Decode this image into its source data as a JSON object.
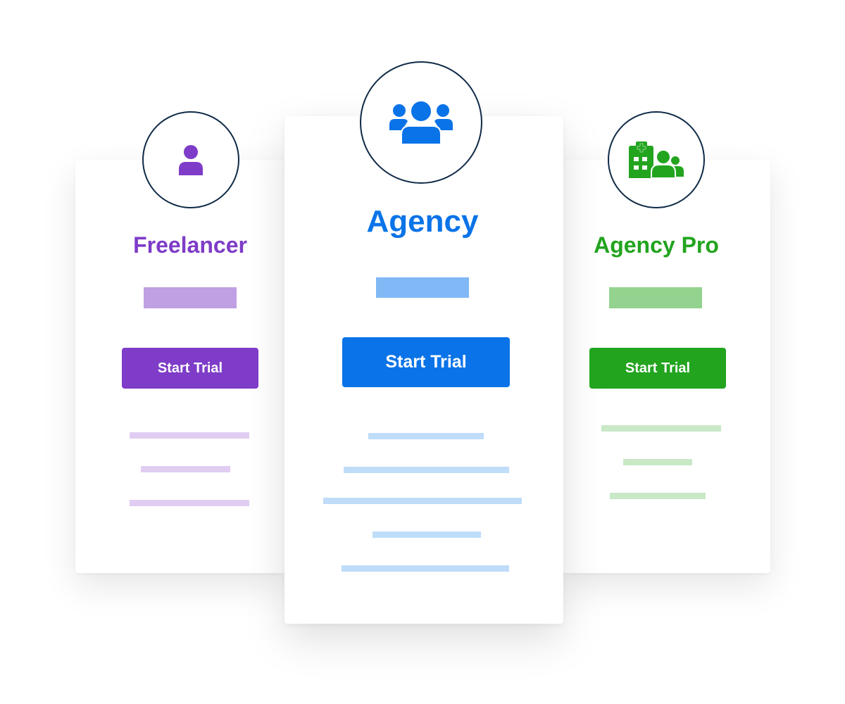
{
  "colors": {
    "freelancer": "#7e3cc8",
    "freelancer_price": "#c09fe3",
    "freelancer_line": "#e0cdf1",
    "agency": "#0a73e8",
    "agency_price": "#80b9f6",
    "agency_line": "#bfdcf9",
    "agency_pro": "#22a41f",
    "agency_pro_price": "#93d38f",
    "agency_pro_line": "#c8e8c6",
    "badge_border": "#0f2a47"
  },
  "plans": [
    {
      "id": "freelancer",
      "icon": "person-icon",
      "title": "Freelancer",
      "button_label": "Start Trial",
      "feature_lines": 3
    },
    {
      "id": "agency",
      "icon": "group-icon",
      "title": "Agency",
      "button_label": "Start Trial",
      "feature_lines": 5
    },
    {
      "id": "agency-pro",
      "icon": "hospital-team-icon",
      "title": "Agency Pro",
      "button_label": "Start Trial",
      "feature_lines": 3
    }
  ]
}
